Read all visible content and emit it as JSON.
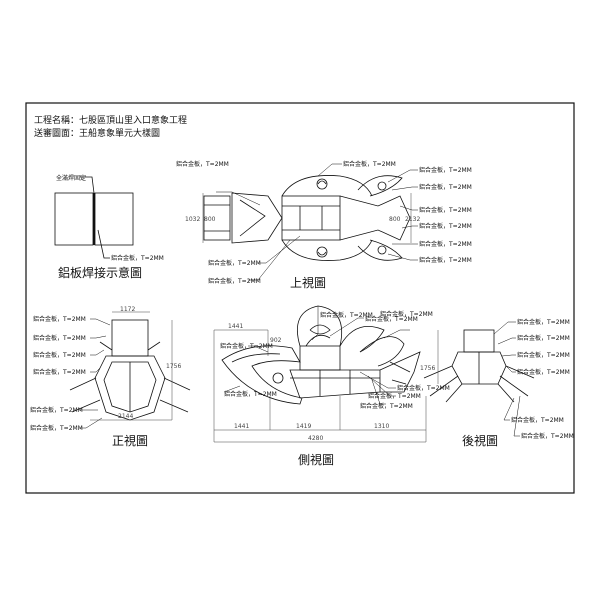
{
  "header": {
    "project_line": "工程名稱：七股區頂山里入口意象工程",
    "drawing_line": "送審圖面：王船意象單元大樣圖"
  },
  "views": {
    "weld": "鋁板焊接示意圖",
    "top": "上視圖",
    "front": "正視圖",
    "side": "側視圖",
    "rear": "後視圖"
  },
  "labels": {
    "al": "鋁合金板，T=2MM",
    "weld_note": "全滿焊固定"
  },
  "dims": {
    "top_w_left": "1032",
    "top_h_left": "800",
    "top_h_right": "800",
    "top_w_right": "2132",
    "front_top": "1172",
    "front_height": "1756",
    "front_bottom": "2144",
    "side_upper": "1441",
    "side_small": "902",
    "side_seg1": "1441",
    "side_seg2": "1419",
    "side_seg3": "1310",
    "side_total": "4280",
    "rear_height": "1756"
  },
  "colors": {
    "line": "#111111",
    "paper": "#ffffff",
    "dim": "#444444"
  }
}
